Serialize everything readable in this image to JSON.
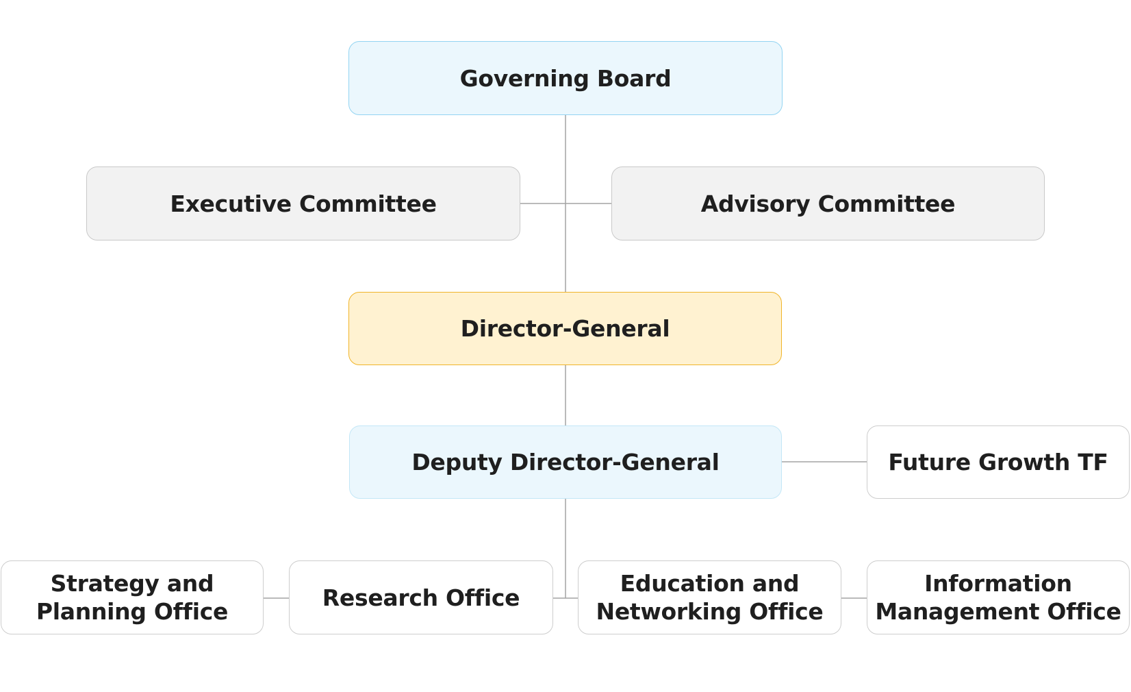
{
  "org_chart": {
    "governing_board": "Governing Board",
    "executive_committee": "Executive Committee",
    "advisory_committee": "Advisory Committee",
    "director_general": "Director-General",
    "deputy_director_general": "Deputy Director-General",
    "future_growth_tf": "Future Growth TF",
    "offices": [
      {
        "line1": "Strategy and",
        "line2": "Planning Office"
      },
      {
        "line1": "Research Office",
        "line2": ""
      },
      {
        "line1": "Education and",
        "line2": "Networking Office"
      },
      {
        "line1": "Information",
        "line2": "Management Office"
      }
    ]
  },
  "colors": {
    "top_fill": "#ebf7fd",
    "top_border": "#93d4f2",
    "committee_fill": "#f2f2f2",
    "director_fill": "#fff2d1",
    "director_border": "#f0b429",
    "connector": "#a3a3a3"
  }
}
